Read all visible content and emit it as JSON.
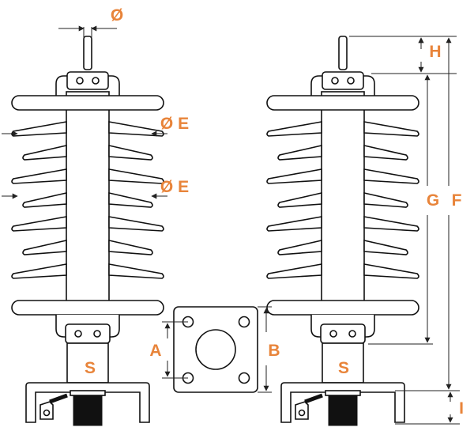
{
  "colors": {
    "label": "#e8843a",
    "outline": "#111111",
    "dimension": "#222222",
    "fill": "#ffffff"
  },
  "labels": {
    "diameter": "Ø",
    "shed_diameter_top": "Ø E",
    "shed_diameter_bottom": "Ø E",
    "base_hole_spacing": "A",
    "base_width": "B",
    "stem_left": "S",
    "stem_right": "S",
    "terminal_height": "H",
    "insulator_height": "G",
    "total_height": "F",
    "bracket_height": "I"
  }
}
